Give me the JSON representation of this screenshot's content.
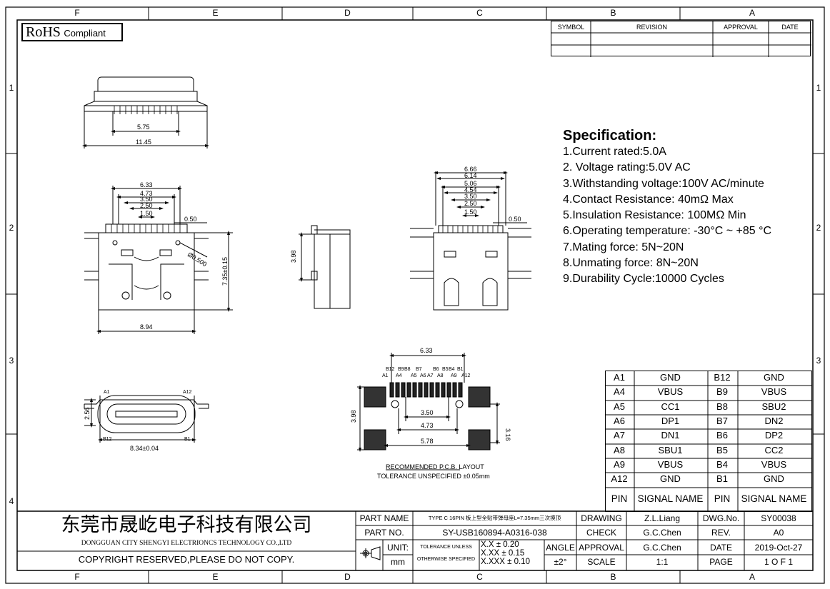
{
  "border": {
    "columns": [
      "F",
      "E",
      "D",
      "C",
      "B",
      "A"
    ],
    "rows": [
      "1",
      "2",
      "3",
      "4"
    ]
  },
  "rohs": {
    "main": "RoHS",
    "sub": "Compliant"
  },
  "revision_table": {
    "headers": [
      "SYMBOL",
      "REVISION",
      "APPROVAL",
      "DATE"
    ]
  },
  "specification": {
    "title": "Specification:",
    "items": [
      "1.Current rated:5.0A",
      "2. Voltage rating:5.0V AC",
      "3.Withstanding voltage:100V AC/minute",
      "4.Contact Resistance: 40mΩ Max",
      "5.Insulation Resistance: 100MΩ Min",
      "6.Operating temperature: -30°C ~ +85 °C",
      "7.Mating force: 5N~20N",
      "8.Unmating force: 8N~20N",
      "9.Durability Cycle:10000 Cycles"
    ]
  },
  "views": {
    "top": {
      "dim_inner": "5.75",
      "dim_outer": "11.45"
    },
    "front": {
      "dims": [
        "6.33",
        "4.73",
        "3.50",
        "2.50",
        "1.50"
      ],
      "pitch": "0.50",
      "hole": "Ø0.500",
      "height": "7.35±0.15",
      "width": "8.94"
    },
    "side": {
      "height": "3.98"
    },
    "back": {
      "dims": [
        "6.66",
        "6.14",
        "5.06",
        "4.54",
        "3.50",
        "2.50",
        "1.50"
      ],
      "pitch": "0.50"
    },
    "end": {
      "height": "2.56",
      "width": "8.34±0.04",
      "labels": [
        "A1",
        "A12",
        "B12",
        "B1"
      ]
    },
    "pcb": {
      "top_dim": "6.33",
      "pins_top": [
        "B12",
        "B9",
        "B8",
        "B7",
        "B6",
        "B5",
        "B4",
        "B1"
      ],
      "pins_bottom": [
        "A1",
        "A4",
        "A5",
        "A6",
        "A7",
        "A8",
        "A9",
        "A12"
      ],
      "dims": [
        "3.50",
        "4.73",
        "5.78"
      ],
      "left_dim": "3.98",
      "right_dim": "3.16",
      "caption1": "RECOMMENDED   P.C.B.  LAYOUT",
      "caption2": "TOLERANCE  UNSPECIFIED  ±0.05mm"
    }
  },
  "pin_table": {
    "rows": [
      [
        "A1",
        "GND",
        "B12",
        "GND"
      ],
      [
        "A4",
        "VBUS",
        "B9",
        "VBUS"
      ],
      [
        "A5",
        "CC1",
        "B8",
        "SBU2"
      ],
      [
        "A6",
        "DP1",
        "B7",
        "DN2"
      ],
      [
        "A7",
        "DN1",
        "B6",
        "DP2"
      ],
      [
        "A8",
        "SBU1",
        "B5",
        "CC2"
      ],
      [
        "A9",
        "VBUS",
        "B4",
        "VBUS"
      ],
      [
        "A12",
        "GND",
        "B1",
        "GND"
      ]
    ],
    "footer": [
      "PIN",
      "SIGNAL NAME",
      "PIN",
      "SIGNAL NAME"
    ]
  },
  "title_block": {
    "company_cn": "东莞市晟屹电子科技有限公司",
    "company_en": "DONGGUAN CITY SHENGYI ELECTRIONCS TECHNOLOGY CO.,LTD",
    "copyright": "COPYRIGHT RESERVED,PLEASE DO NOT COPY.",
    "part_name_label": "PART NAME",
    "part_name": "TYPE C 16PIN 板上型全贴带弹母座L=7.35mm三次摸顶",
    "part_no_label": "PART NO.",
    "part_no": "SY-USB160894-A0316-038",
    "unit_label": "UNIT:",
    "unit": "mm",
    "tol1": "TOLERANCE UNLESS",
    "tol2": "OTHERWISE SPECIFIED",
    "tol_x": "X.X ± 0.20",
    "tol_xx": "X.XX ± 0.15",
    "tol_xxx": "X.XXX ± 0.10",
    "angle_label": "ANGLE",
    "angle": "±2°",
    "drawing_label": "DRAWING",
    "drawing": "Z.L.Liang",
    "check_label": "CHECK",
    "check": "G.C.Chen",
    "approval_label": "APPROVAL",
    "approval": "G.C.Chen",
    "scale_label": "SCALE",
    "scale": "1:1",
    "dwg_label": "DWG.No.",
    "dwg": "SY00038",
    "rev_label": "REV.",
    "rev": "A0",
    "date_label": "DATE",
    "date": "2019-Oct-27",
    "page_label": "PAGE",
    "page": "1 O F 1"
  }
}
